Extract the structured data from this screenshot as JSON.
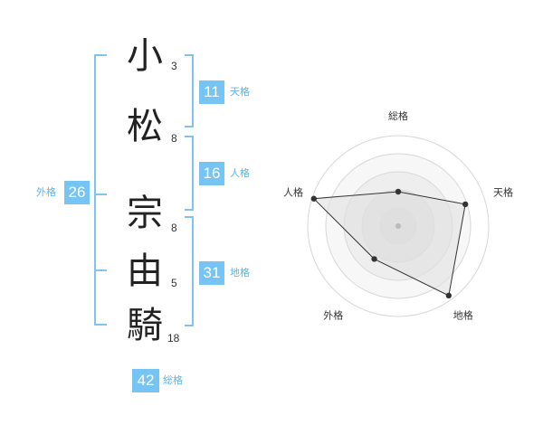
{
  "colors": {
    "bracket": "#7fc3ee",
    "badge": "#75c4f4",
    "label": "#5ab4ee",
    "kanji": "#222222"
  },
  "surname": [
    {
      "char": "小",
      "strokes": "3"
    },
    {
      "char": "松",
      "strokes": "8"
    }
  ],
  "given": [
    {
      "char": "宗",
      "strokes": "8"
    },
    {
      "char": "由",
      "strokes": "5"
    },
    {
      "char": "騎",
      "strokes": "18"
    }
  ],
  "kakusu": {
    "tenkaku": {
      "value": "11",
      "label": "天格"
    },
    "jinkaku": {
      "value": "16",
      "label": "人格"
    },
    "chikaku": {
      "value": "31",
      "label": "地格"
    },
    "gaikaku": {
      "value": "26",
      "label": "外格"
    },
    "soukaku": {
      "value": "42",
      "label": "総格"
    }
  },
  "chart_data": {
    "type": "radar",
    "axes": [
      "総格",
      "天格",
      "地格",
      "外格",
      "人格"
    ],
    "values": [
      0.38,
      0.78,
      0.95,
      0.45,
      0.98
    ],
    "max": 1
  }
}
